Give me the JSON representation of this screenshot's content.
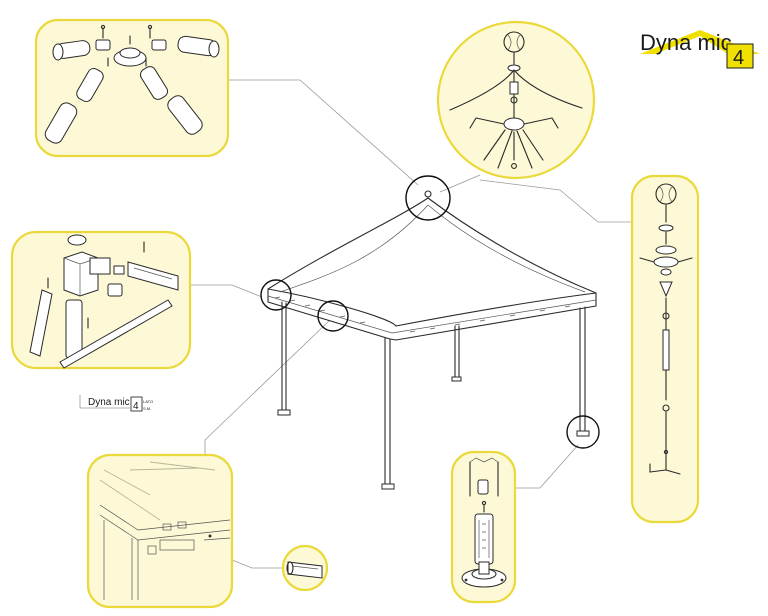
{
  "brand": {
    "logo_text": "Dyna mic",
    "logo_number": "4",
    "logo_accent": "#f0e000",
    "logo_text_color": "#1a1a1a"
  },
  "small_logo": {
    "text": "Dyna mic",
    "number": "4",
    "sub_top": "LATO",
    "sub_bottom": "S.M."
  },
  "colors": {
    "panel_fill": "#fdf8d6",
    "panel_border": "#e9d93a"
  },
  "icons": {
    "leader_lines": "callout-lines",
    "detail_circles": "magnifier-rings"
  }
}
